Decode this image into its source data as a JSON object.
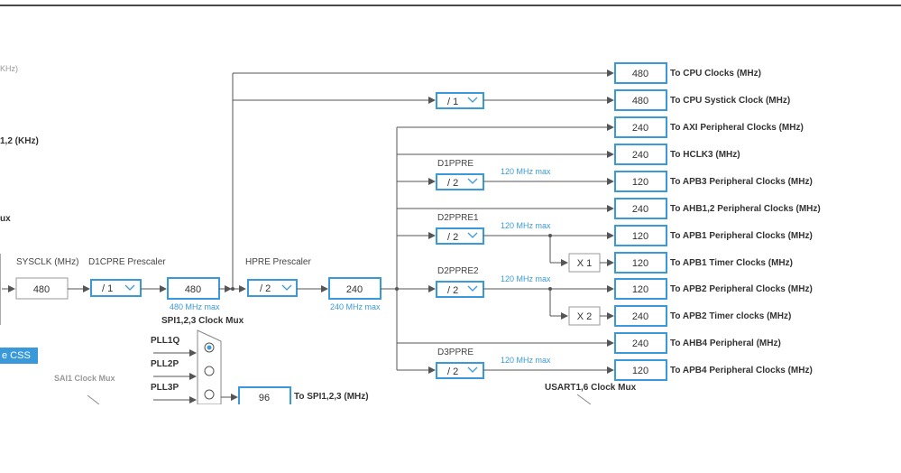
{
  "left_clip": {
    "khz_label": "KHz)",
    "khz2_label": "1,2 (KHz)",
    "mux_label": "ux",
    "css_button": "e CSS",
    "sai_label": "SAI1 Clock Mux"
  },
  "sysclk": {
    "label": "SYSCLK (MHz)",
    "value": "480"
  },
  "d1cpre": {
    "label": "D1CPRE Prescaler",
    "value": "/ 1"
  },
  "d1_out": {
    "value": "480",
    "max": "480 MHz max"
  },
  "hpre": {
    "label": "HPRE Prescaler",
    "value": "/ 2"
  },
  "hpre_out": {
    "value": "240",
    "max": "240 MHz max"
  },
  "spi_mux": {
    "title": "SPI1,2,3 Clock Mux",
    "inputs": [
      "PLL1Q",
      "PLL2P",
      "PLL3P"
    ],
    "out_value": "96",
    "out_label": "To SPI1,2,3 (MHz)"
  },
  "usart_label": "USART1,6 Clock Mux",
  "systick_div": "/ 1",
  "prescalers": [
    {
      "name": "D1PPRE",
      "value": "/ 2",
      "max": "120 MHz max"
    },
    {
      "name": "D2PPRE1",
      "value": "/ 2",
      "max": "120 MHz max"
    },
    {
      "name": "D2PPRE2",
      "value": "/ 2",
      "max": "120 MHz max"
    },
    {
      "name": "D3PPRE",
      "value": "/ 2",
      "max": "120 MHz max"
    }
  ],
  "multipliers": [
    "X 1",
    "X 2"
  ],
  "outputs": [
    {
      "value": "480",
      "label": "To CPU Clocks (MHz)"
    },
    {
      "value": "480",
      "label": "To CPU Systick Clock (MHz)"
    },
    {
      "value": "240",
      "label": "To AXI Peripheral Clocks (MHz)"
    },
    {
      "value": "240",
      "label": "To HCLK3 (MHz)"
    },
    {
      "value": "120",
      "label": "To APB3 Peripheral Clocks (MHz)"
    },
    {
      "value": "240",
      "label": "To AHB1,2 Peripheral Clocks (MHz)"
    },
    {
      "value": "120",
      "label": "To APB1 Peripheral Clocks (MHz)"
    },
    {
      "value": "120",
      "label": "To APB1 Timer Clocks (MHz)"
    },
    {
      "value": "120",
      "label": "To APB2 Peripheral Clocks (MHz)"
    },
    {
      "value": "240",
      "label": "To APB2 Timer clocks (MHz)"
    },
    {
      "value": "240",
      "label": "To AHB4 Peripheral (MHz)"
    },
    {
      "value": "120",
      "label": "To APB4 Peripheral Clocks (MHz)"
    }
  ],
  "colors": {
    "accent": "#3a9ad9",
    "line": "#555555"
  }
}
